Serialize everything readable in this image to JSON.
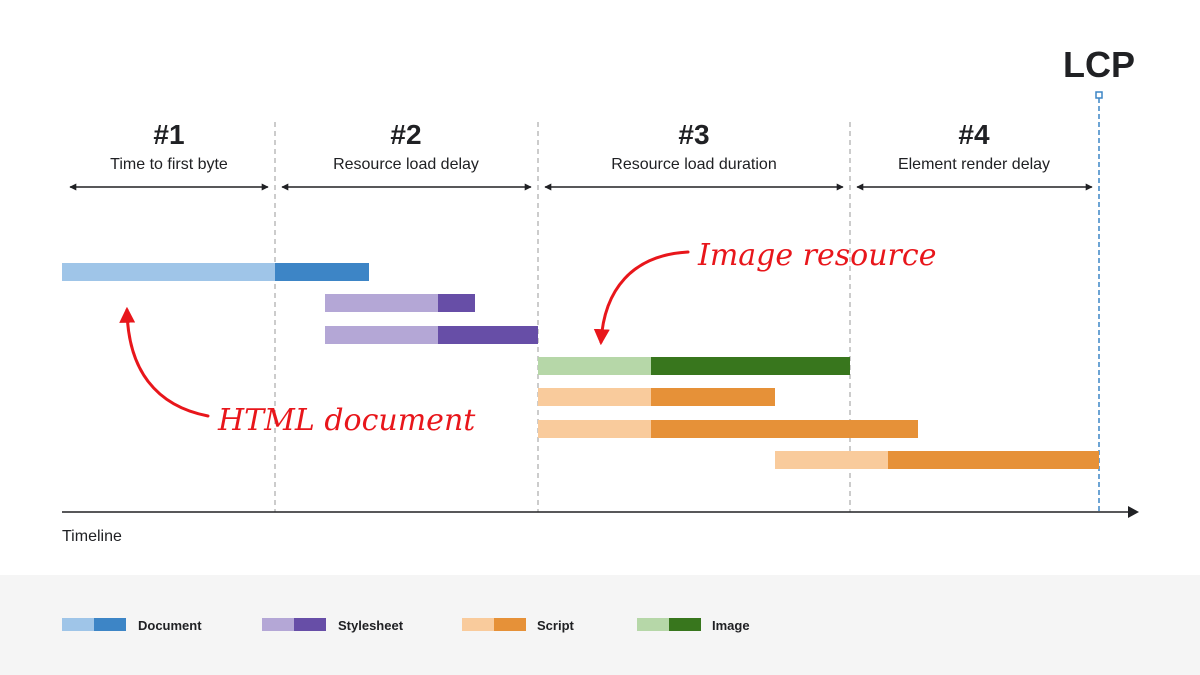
{
  "lcp_label": "LCP",
  "phases": [
    {
      "number": "#1",
      "label": "Time to first byte"
    },
    {
      "number": "#2",
      "label": "Resource load delay"
    },
    {
      "number": "#3",
      "label": "Resource load duration"
    },
    {
      "number": "#4",
      "label": "Element render delay"
    }
  ],
  "axis_label": "Timeline",
  "annotations": {
    "image": "Image resource",
    "html": "HTML document"
  },
  "legend": [
    {
      "label": "Document",
      "light": "#9fc5e8",
      "dark": "#3d85c6"
    },
    {
      "label": "Stylesheet",
      "light": "#b4a7d6",
      "dark": "#674ea7"
    },
    {
      "label": "Script",
      "light": "#f9cb9c",
      "dark": "#e69138"
    },
    {
      "label": "Image",
      "light": "#b6d7a8",
      "dark": "#38761d"
    }
  ],
  "colors": {
    "annotation": "#e8161b",
    "lcp_marker": "#3d85c6",
    "phase_divider": "#aaaaaa",
    "legend_background": "#f5f5f5"
  }
}
